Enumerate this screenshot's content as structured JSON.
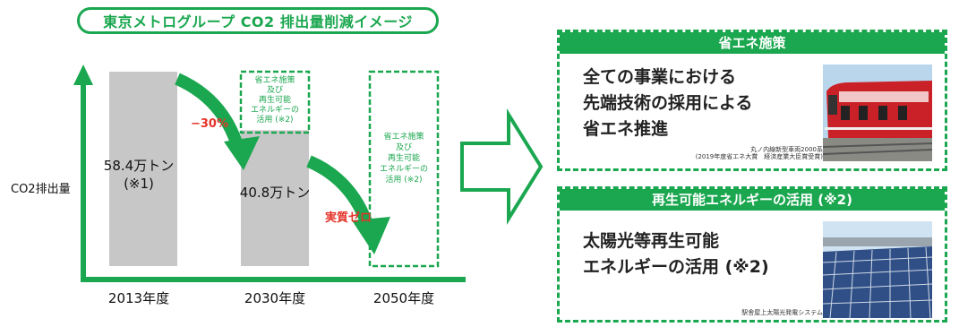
{
  "title": "東京メトログループ CO2 排出量削減イメージ",
  "ylabel": "CO2排出量",
  "chart_data": {
    "type": "bar",
    "title": "東京メトログループ CO2 排出量削減イメージ",
    "ylabel": "CO2排出量",
    "categories": [
      "2013年度",
      "2030年度",
      "2050年度"
    ],
    "values": [
      58.4,
      40.8,
      0
    ],
    "unit": "万トン",
    "bar_labels": [
      "58.4万トン",
      "40.8万トン",
      ""
    ],
    "bar_sublabels": [
      "(※1)",
      "",
      ""
    ],
    "reduction_2030_box": [
      "省エネ施策",
      "及び",
      "再生可能",
      "エネルギーの",
      "活用 (※2)"
    ],
    "box_2050": [
      "省エネ施策",
      "及び",
      "再生可能",
      "エネルギーの",
      "活用 (※2)"
    ],
    "annotations": [
      "−30%",
      "実質ゼロ"
    ],
    "bar_color": "#c7c7c7",
    "accent_color": "#1aa74f",
    "annotation_color": "#e5332a"
  },
  "panels": {
    "energy": {
      "header": "省エネ施策",
      "lines": [
        "全ての事業における",
        "先端技術の採用による",
        "省エネ推進"
      ],
      "caption": [
        "丸ノ内線新型車両2000系",
        "(2019年度省エネ大賞　経済産業大臣賞受賞)"
      ]
    },
    "renewable": {
      "header": "再生可能エネルギーの活用 (※2)",
      "lines": [
        "太陽光等再生可能",
        "エネルギーの活用 (※2)"
      ],
      "caption": [
        "駅舎屋上太陽光発電システム"
      ]
    }
  }
}
